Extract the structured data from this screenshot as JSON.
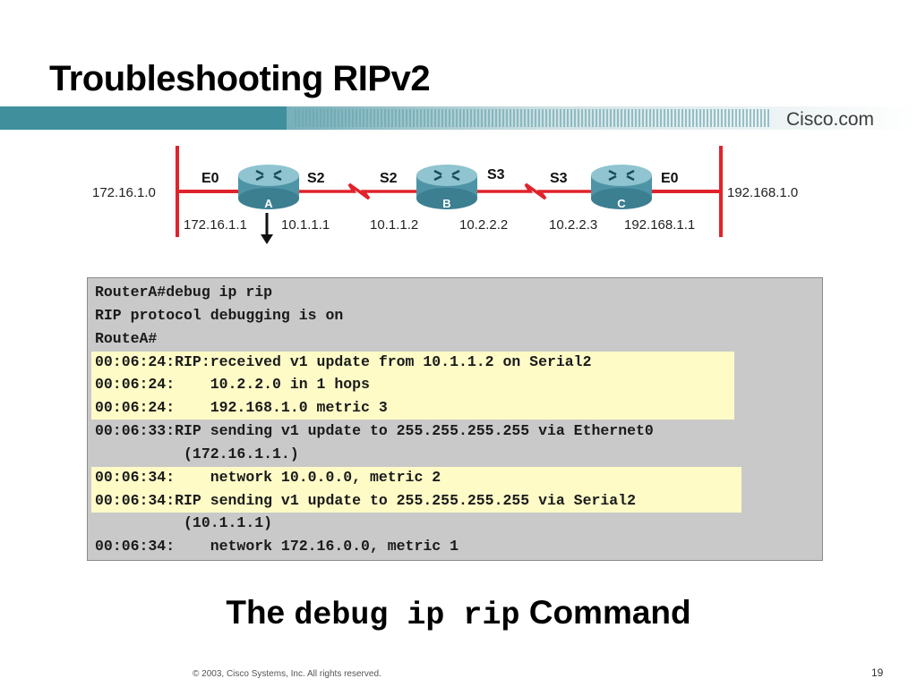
{
  "slide": {
    "title": "Troubleshooting RIPv2",
    "logo_text": "Cisco.com",
    "page_number": "19",
    "copyright": "© 2003, Cisco Systems, Inc. All rights reserved."
  },
  "diagram": {
    "networks": {
      "left": "172.16.1.0",
      "right": "192.168.1.0"
    },
    "routers": [
      {
        "letter": "A",
        "left_iface": "E0",
        "right_iface": "S2",
        "left_ip": "172.16.1.1",
        "right_ip": "10.1.1.1"
      },
      {
        "letter": "B",
        "left_iface": "S2",
        "right_iface": "S3",
        "left_ip": "10.1.1.2",
        "right_ip": "10.2.2.2"
      },
      {
        "letter": "C",
        "left_iface": "S3",
        "right_iface": "E0",
        "left_ip": "10.2.2.3",
        "right_ip": "192.168.1.1"
      }
    ]
  },
  "console": {
    "lines": [
      "RouterA#debug ip rip",
      "RIP protocol debugging is on",
      "RouteA#",
      "00:06:24:RIP:received v1 update from 10.1.1.2 on Serial2",
      "00:06:24:    10.2.2.0 in 1 hops",
      "00:06:24:    192.168.1.0 metric 3",
      "00:06:33:RIP sending v1 update to 255.255.255.255 via Ethernet0",
      "          (172.16.1.1.)",
      "00:06:34:    network 10.0.0.0, metric 2",
      "00:06:34:RIP sending v1 update to 255.255.255.255 via Serial2",
      "          (10.1.1.1)",
      "00:06:34:    network 172.16.0.0, metric 1"
    ],
    "highlight_color": "#fefbc7",
    "background_color": "#c9c9c9"
  },
  "caption": {
    "prefix": "The",
    "command": "debug ip rip",
    "suffix": "Command"
  },
  "colors": {
    "ethernet_line": "#e0232b",
    "serial_link": "#e0232b",
    "router_body": "#5ea4b5",
    "banner": "#3f8f9c"
  }
}
